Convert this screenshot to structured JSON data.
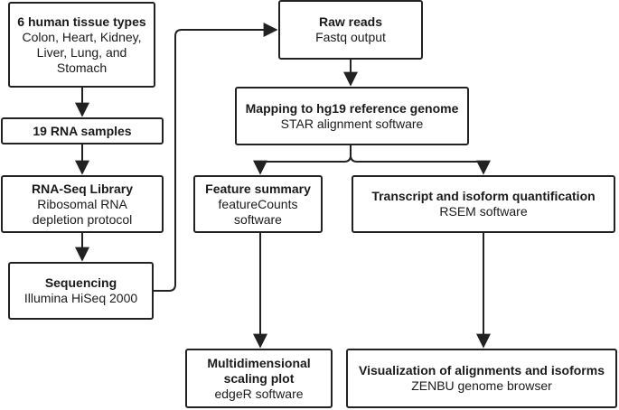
{
  "nodes": {
    "tissues": {
      "title": "6 human tissue types",
      "lines": [
        "Colon, Heart, Kidney,",
        "Liver, Lung, and",
        "Stomach"
      ]
    },
    "samples": {
      "title": "19 RNA samples",
      "lines": []
    },
    "library": {
      "title": "RNA-Seq Library",
      "lines": [
        "Ribosomal RNA",
        "depletion protocol"
      ]
    },
    "sequencing": {
      "title": "Sequencing",
      "lines": [
        "Illumina HiSeq 2000"
      ]
    },
    "raw": {
      "title": "Raw reads",
      "lines": [
        "Fastq output"
      ]
    },
    "mapping": {
      "title": "Mapping to hg19 reference genome",
      "lines": [
        "STAR alignment software"
      ]
    },
    "feature": {
      "title": "Feature summary",
      "lines": [
        "featureCounts",
        "software"
      ]
    },
    "transcript": {
      "title": "Transcript and isoform quantification",
      "lines": [
        "RSEM software"
      ]
    },
    "mds": {
      "title": "Multidimensional",
      "lines": [
        "scaling plot",
        "edgeR software"
      ],
      "title_lines": 2
    },
    "zenbu": {
      "title": "Visualization of alignments and isoforms",
      "lines": [
        "ZENBU genome browser"
      ]
    }
  },
  "colors": {
    "stroke": "#222222",
    "background": "#ffffff"
  }
}
